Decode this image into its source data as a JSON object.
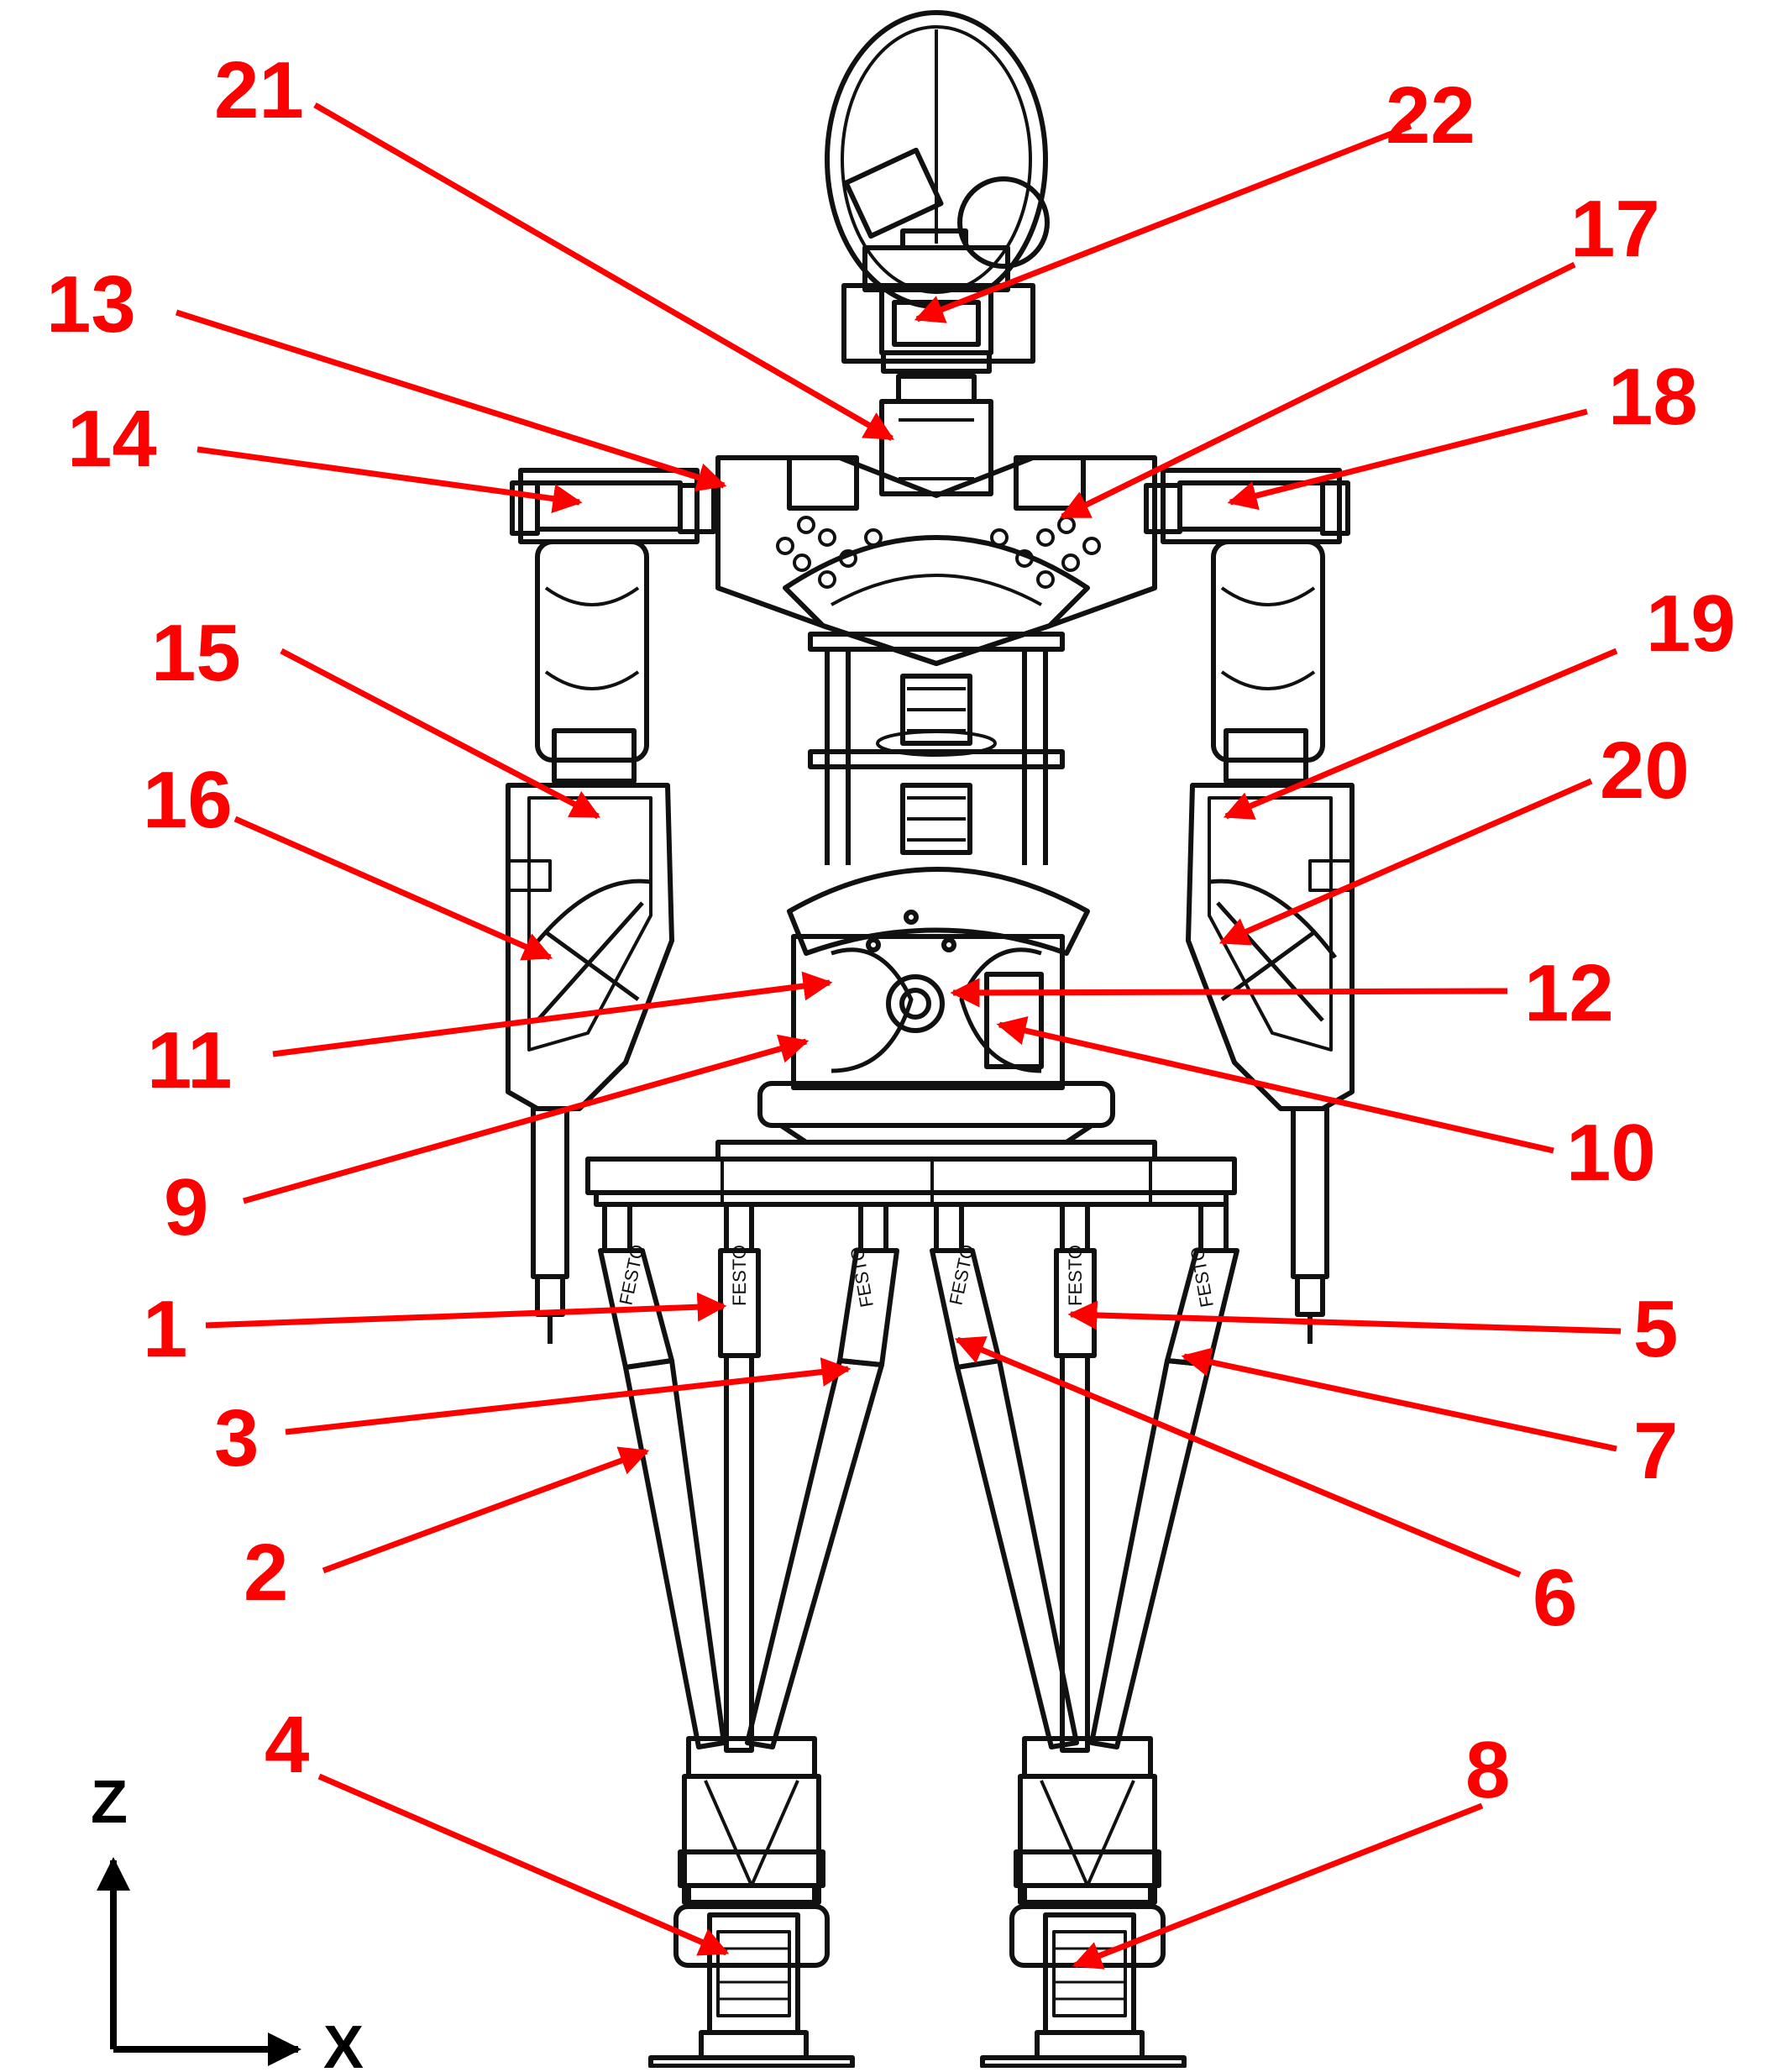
{
  "colors": {
    "callout": "#ff0000",
    "drawing": "#111111",
    "background": "#ffffff"
  },
  "axes": {
    "z_label": "Z",
    "x_label": "X"
  },
  "callouts": [
    {
      "id": "1",
      "label": "1"
    },
    {
      "id": "2",
      "label": "2"
    },
    {
      "id": "3",
      "label": "3"
    },
    {
      "id": "4",
      "label": "4"
    },
    {
      "id": "5",
      "label": "5"
    },
    {
      "id": "6",
      "label": "6"
    },
    {
      "id": "7",
      "label": "7"
    },
    {
      "id": "8",
      "label": "8"
    },
    {
      "id": "9",
      "label": "9"
    },
    {
      "id": "10",
      "label": "10"
    },
    {
      "id": "11",
      "label": "11"
    },
    {
      "id": "12",
      "label": "12"
    },
    {
      "id": "13",
      "label": "13"
    },
    {
      "id": "14",
      "label": "14"
    },
    {
      "id": "15",
      "label": "15"
    },
    {
      "id": "16",
      "label": "16"
    },
    {
      "id": "17",
      "label": "17"
    },
    {
      "id": "18",
      "label": "18"
    },
    {
      "id": "19",
      "label": "19"
    },
    {
      "id": "20",
      "label": "20"
    },
    {
      "id": "21",
      "label": "21"
    },
    {
      "id": "22",
      "label": "22"
    }
  ]
}
